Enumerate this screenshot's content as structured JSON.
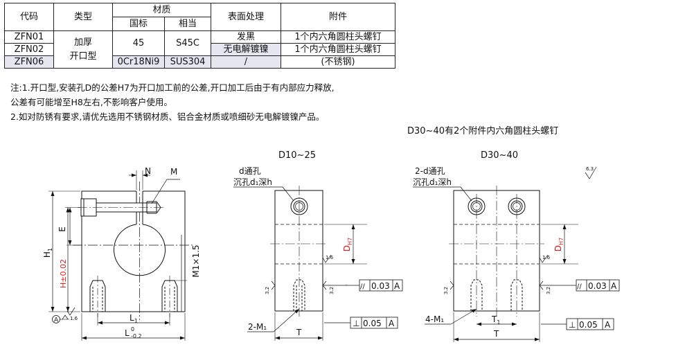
{
  "table": {
    "header": {
      "code": "代码",
      "type": "类型",
      "material": "材质",
      "gb": "国标",
      "equiv": "相当",
      "surface": "表面处理",
      "accessory": "附件"
    },
    "rows": [
      {
        "code": "ZFN01"
      },
      {
        "code": "ZFN02"
      },
      {
        "code": "ZFN06"
      }
    ],
    "type_value": "加厚\n开口型",
    "mat_gb_1": "45",
    "mat_eq_1": "S45C",
    "mat_gb_2": "0Cr18Ni9",
    "mat_eq_2": "SUS304",
    "surface_1": "发黑",
    "surface_2": "无电解镀镍",
    "surface_3": "/",
    "accessory_1": "1个内六角圆柱头螺钉",
    "accessory_2": "1个内六角圆柱头螺钉",
    "accessory_3": "(不锈钢)"
  },
  "notes": {
    "line1": "注:1.开口型,安装孔D的公差H7为开口加工前的公差,开口加工后由于有内部应力释放,",
    "line2": "公差有可能增至H8左右,不影响客户使用。",
    "line3": "2.如对防锈有要求,请优先选用不锈钢材质、铝合金材质或喷细砂无电解镀镍产品。"
  },
  "captions": {
    "d30_note": "D30~40有2个附件内六角圆柱头螺钉",
    "mid_title": "D10~25",
    "right_title": "D30~40"
  },
  "front": {
    "N": "N",
    "M": "M",
    "E": "E",
    "H1": "H",
    "H1_sub": "1",
    "H_tol": "H±0.02",
    "M1x15": "M1×1.5",
    "L1": "L",
    "L1_sub": "1",
    "L": "L",
    "L_tol_upper": "0",
    "L_tol_lower": "-0.2",
    "datum_A": "A",
    "rough": "1.6"
  },
  "mid": {
    "callout_1": "d通孔",
    "callout_2": "沉孔d₁深h",
    "DH7": "D",
    "DH7_sub": "H7",
    "rough1": "1.6",
    "rough2": "3.2",
    "rough3": "3.2",
    "par_sym": "//",
    "par_val": "0.03",
    "par_ref": "A",
    "perp_sym": "⊥",
    "perp_val": "0.05",
    "perp_ref": "A",
    "M1": "2-M₁",
    "T": "T"
  },
  "right": {
    "callout_1": "2-d通孔",
    "callout_2": "沉孔d₁深h",
    "DH7": "D",
    "DH7_sub": "H7",
    "rough1": "1.6",
    "rough2": "3.2",
    "rough3": "3.2",
    "rough_overall": "6.3",
    "par_sym": "//",
    "par_val": "0.03",
    "par_ref": "A",
    "perp_sym": "⊥",
    "perp_val": "0.05",
    "perp_ref": "A",
    "M1": "4-M₁",
    "T1": "T",
    "T1_sub": "1",
    "T": "T"
  }
}
